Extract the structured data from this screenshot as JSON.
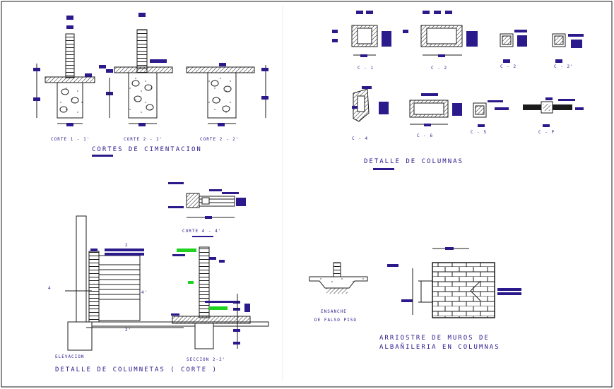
{
  "colors": {
    "ink": "#1b1b1b",
    "accent": "#2a1a8c",
    "green": "#1fd21f"
  },
  "cimentacion": {
    "cut_labels": [
      "CORTE 1 - 1'",
      "CORTE 2 - 2'",
      "CORTE 2 - 2'"
    ],
    "title": "CORTES DE CIMENTACION"
  },
  "columnas": {
    "row1_labels": [
      "C - 1",
      "C - 2",
      "C - 2",
      "C - 2'"
    ],
    "row2_labels": [
      "C - 4",
      "C - 6",
      "C - 5",
      "C - P"
    ],
    "title": "DETALLE DE COLUMNAS"
  },
  "columnetas": {
    "cut_label": "CORTE 4 - 4'",
    "elevacion_label": "ELEVACION",
    "seccion_label": "SECCION 2-2'",
    "marks": {
      "m4": "4",
      "m4p": "4'",
      "m2": "2",
      "m2p": "2'"
    },
    "title": "DETALLE DE COLUMNETAS ( CORTE )"
  },
  "ensanche": {
    "line1": "ENSANCHE",
    "line2": "DE FALSO PISO"
  },
  "arriostre": {
    "line1": "ARRIOSTRE DE MUROS DE",
    "line2": "ALBAÑILERIA EN COLUMNAS"
  }
}
